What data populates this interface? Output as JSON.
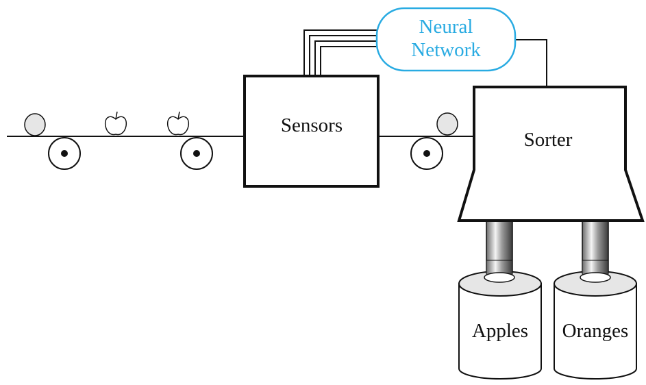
{
  "diagram": {
    "nodes": {
      "neural_network": {
        "line1": "Neural",
        "line2": "Network",
        "color": "#29abe2"
      },
      "sensors": {
        "label": "Sensors"
      },
      "sorter": {
        "label": "Sorter"
      },
      "bin_apples": {
        "label": "Apples"
      },
      "bin_oranges": {
        "label": "Oranges"
      }
    },
    "items_on_belt": [
      "orange",
      "apple",
      "apple",
      "orange"
    ],
    "colors": {
      "line": "#111111",
      "fruit_fill": "#e6e6e6",
      "bin_top": "#e6e6e6"
    }
  }
}
